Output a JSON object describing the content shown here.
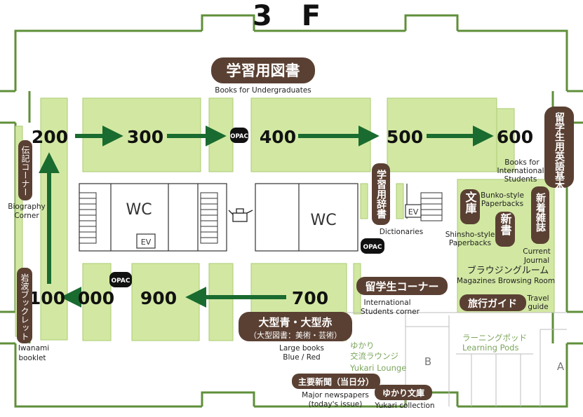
{
  "floor": "3 F",
  "colors": {
    "wall": "#5f8f3a",
    "shelf_fill": "#d2e8a2",
    "shelf_stroke": "#aacb72",
    "arrow": "#1a6b2f",
    "label_bg": "#5a4033",
    "label_text": "#ffffff",
    "opac_bg": "#111111",
    "lounge_text": "#7aa55c"
  },
  "sections": {
    "s200": "200",
    "s300": "300",
    "s400": "400",
    "s500": "500",
    "s600": "600",
    "s100": "100",
    "s000": "000",
    "s900": "900",
    "s700": "700"
  },
  "opac": {
    "top": "OPAC",
    "middle": "OPAC",
    "left": "OPAC"
  },
  "rooms": {
    "wc_left": "WC",
    "wc_right": "WC",
    "ev_left": "EV",
    "ev_right": "EV",
    "room_b": "B",
    "room_a": "A"
  },
  "labels": {
    "undergrad_ja": "学習用図書",
    "undergrad_en": "Books for Undergraduates",
    "intl_books_ja": "留学生用英語基本図書",
    "intl_books_en_1": "Books for",
    "intl_books_en_2": "International",
    "intl_books_en_3": "Students",
    "biography_ja": "伝記コーナー",
    "biography_en_1": "Biography",
    "biography_en_2": "Corner",
    "iwanami_ja": "岩波ブックレット",
    "iwanami_en_1": "Iwanami",
    "iwanami_en_2": "booklet",
    "dictionaries_ja": "学習用辞書",
    "dictionaries_en": "Dictionaries",
    "bunko_ja": "文庫",
    "bunko_en_1": "Bunko-style",
    "bunko_en_2": "Paperbacks",
    "shinsho_ja": "新書",
    "shinsho_en_1": "Shinsho-style",
    "shinsho_en_2": "Paperbacks",
    "journal_ja": "新着雑誌",
    "journal_en_1": "Current",
    "journal_en_2": "Journal",
    "browsing_ja": "ブラウジングルーム",
    "browsing_en": "Magazines Browsing Room",
    "intl_corner_ja": "留学生コーナー",
    "intl_corner_en_1": "International",
    "intl_corner_en_2": "Students corner",
    "travel_ja": "旅行ガイド",
    "travel_en_1": "Travel",
    "travel_en_2": "guide",
    "large_ja_1": "大型青・大型赤",
    "large_ja_2": "（大型図書：美術・芸術）",
    "large_en_1": "Large books",
    "large_en_2": "Blue / Red",
    "lounge_ja_1": "ゆかり",
    "lounge_ja_2": "交流ラウンジ",
    "lounge_en": "Yukari Lounge",
    "pods_ja": "ラーニングポッド",
    "pods_en": "Learning Pods",
    "news_ja": "主要新聞（当日分）",
    "news_en_1": "Major newspapers",
    "news_en_2": "(today's issue)",
    "yukari_ja": "ゆかり文庫",
    "yukari_en": "Yukari collection"
  },
  "icons": {
    "copier": "copier-icon",
    "stairs": "stairs-icon",
    "arrow": "arrow-icon"
  }
}
